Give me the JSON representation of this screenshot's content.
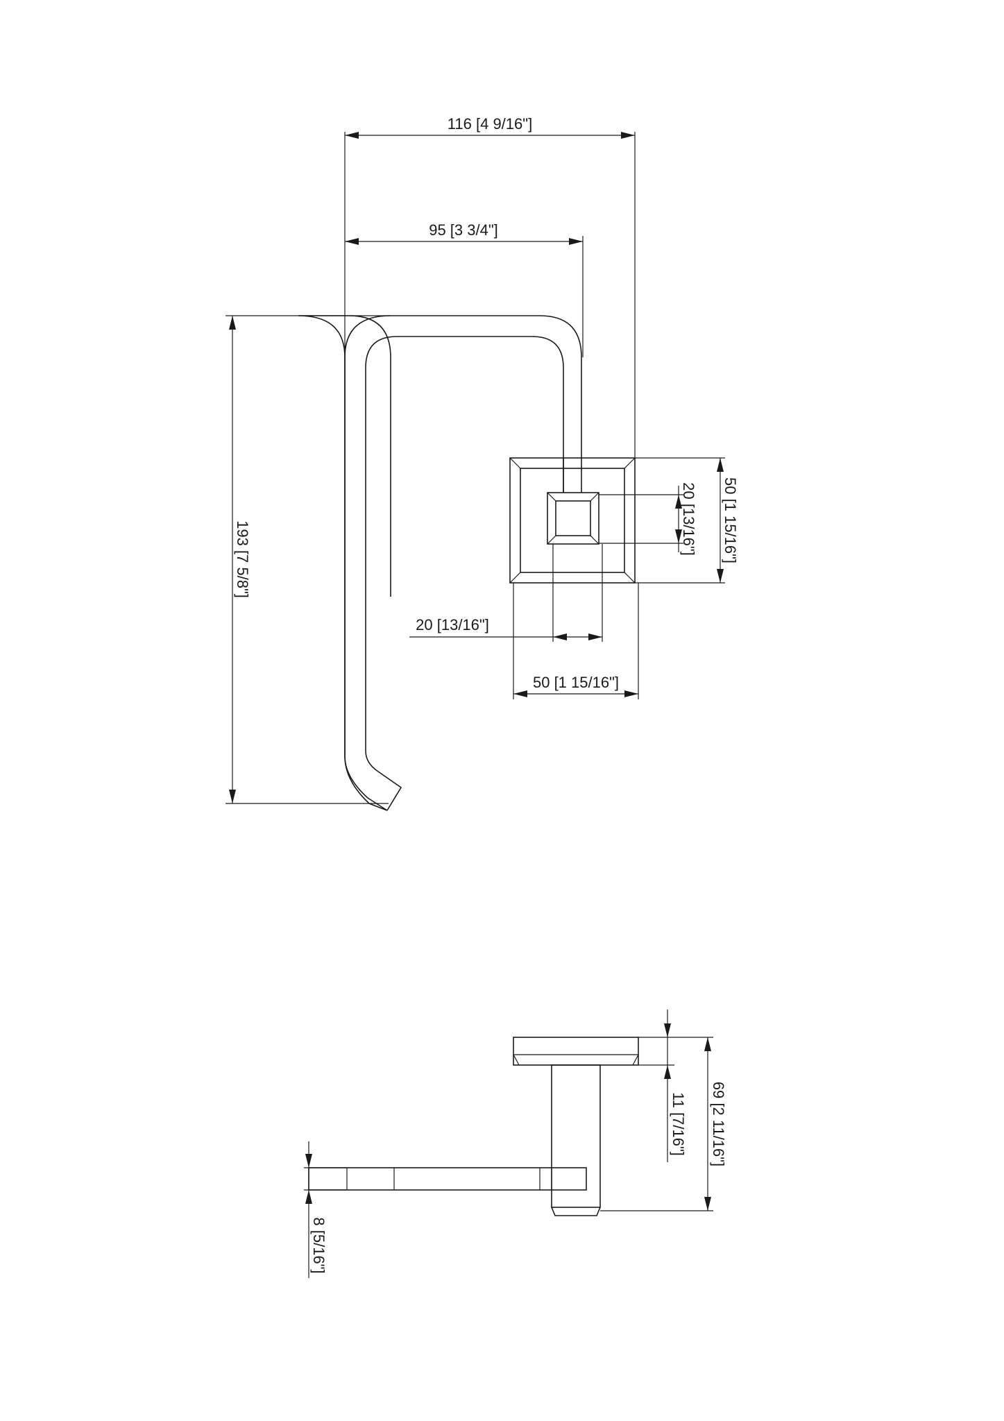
{
  "front_view": {
    "dims": {
      "overall_width": "116 [4 9/16\"]",
      "inner_width": "95 [3 3/4\"]",
      "overall_height": "193 [7 5/8\"]",
      "flange_height": "50 [1 15/16\"]",
      "post_height": "20 [13/16\"]",
      "post_width": "20 [13/16\"]",
      "flange_width": "50 [1 15/16\"]"
    }
  },
  "side_view": {
    "dims": {
      "projection": "69 [2 11/16\"]",
      "flange_thickness": "11 [7/16\"]",
      "arm_thickness": "8 [5/16\"]"
    }
  }
}
